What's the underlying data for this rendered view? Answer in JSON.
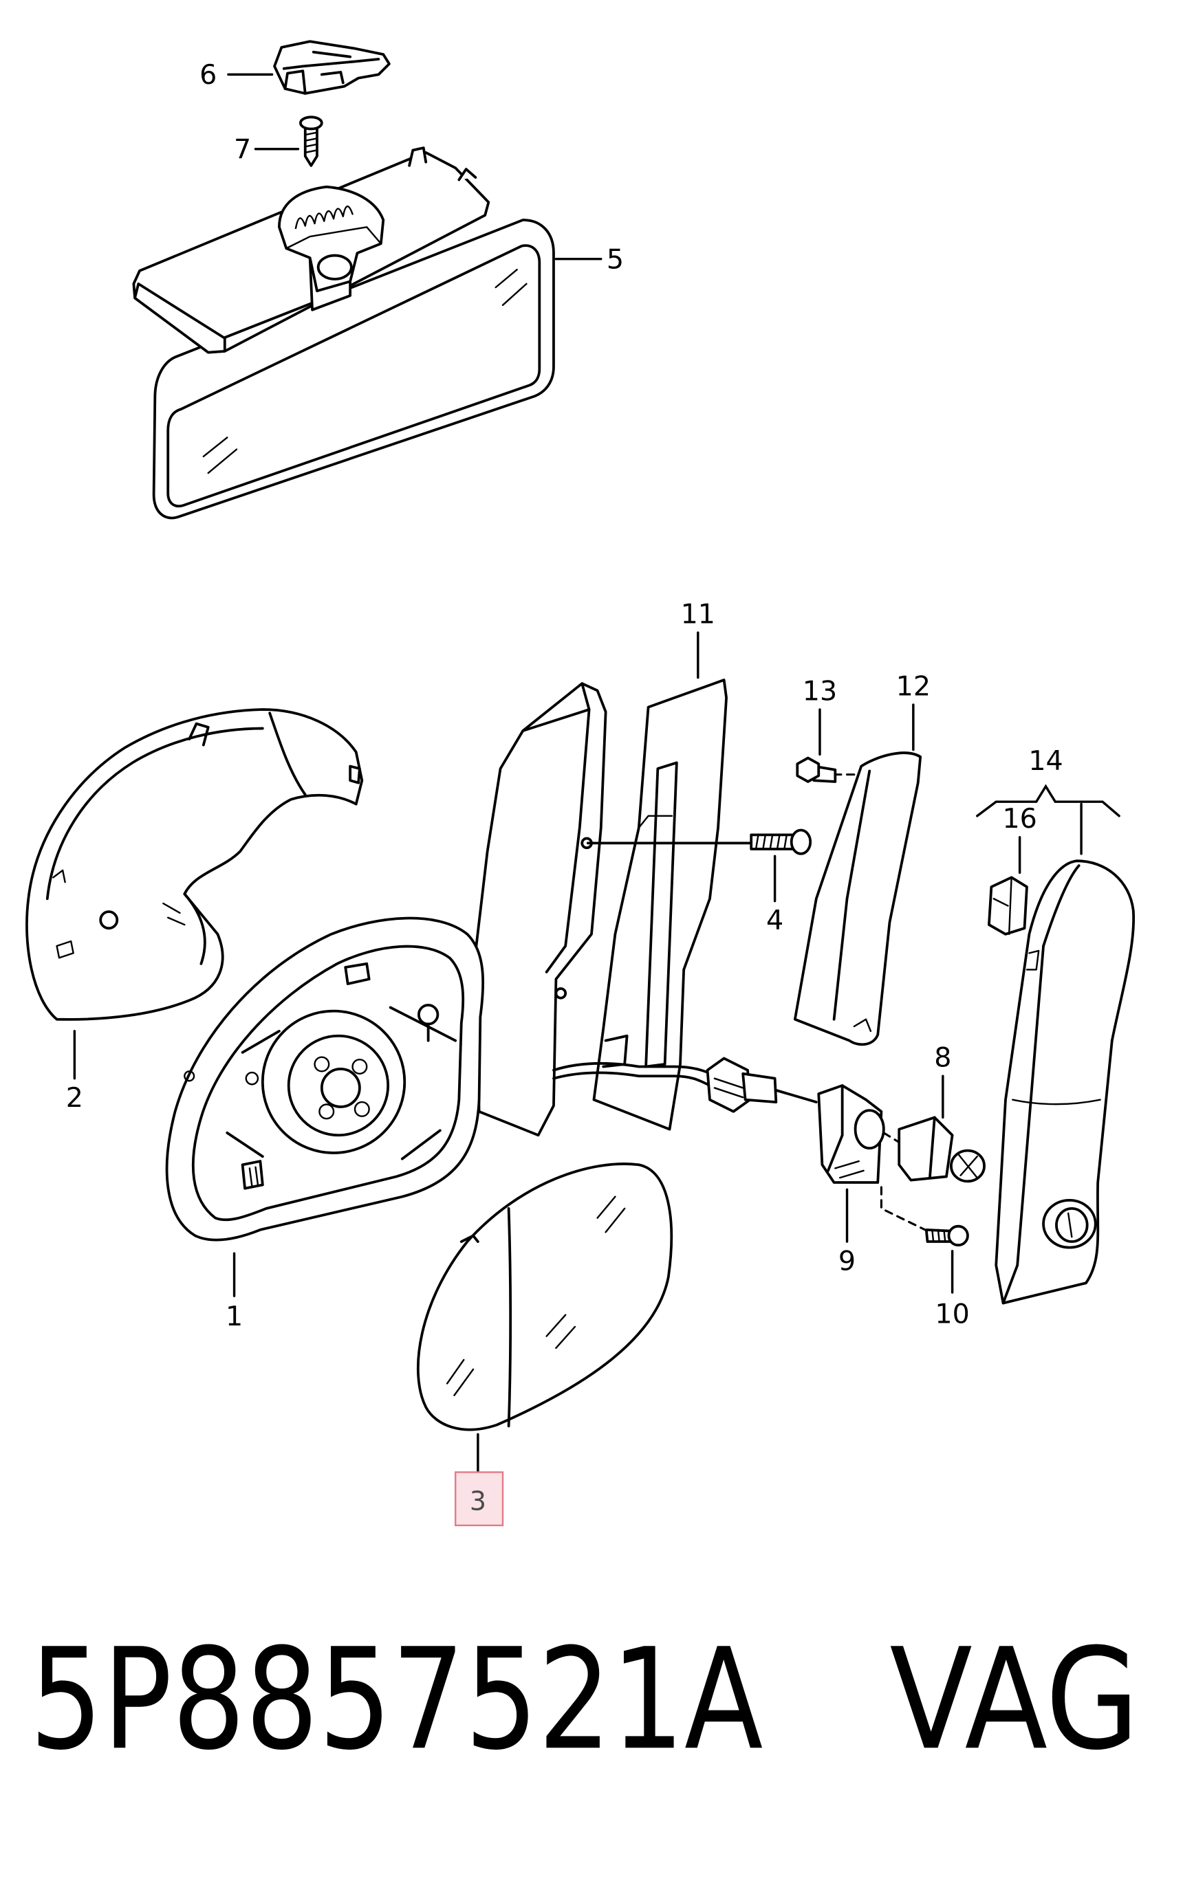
{
  "callouts": [
    {
      "label": "1"
    },
    {
      "label": "2"
    },
    {
      "label": "3",
      "highlighted": true
    },
    {
      "label": "4"
    },
    {
      "label": "5"
    },
    {
      "label": "6"
    },
    {
      "label": "7"
    },
    {
      "label": "8"
    },
    {
      "label": "9"
    },
    {
      "label": "10"
    },
    {
      "label": "11"
    },
    {
      "label": "12"
    },
    {
      "label": "13"
    },
    {
      "label": "14"
    },
    {
      "label": "16"
    }
  ],
  "caption": {
    "part_number": "5P8857521A",
    "brand": "VAG"
  },
  "colors": {
    "line": "#000000",
    "background": "#ffffff",
    "highlight_fill": "#fbe2e6",
    "highlight_border": "#e07c89",
    "highlight_text": "#4a4a4a"
  }
}
